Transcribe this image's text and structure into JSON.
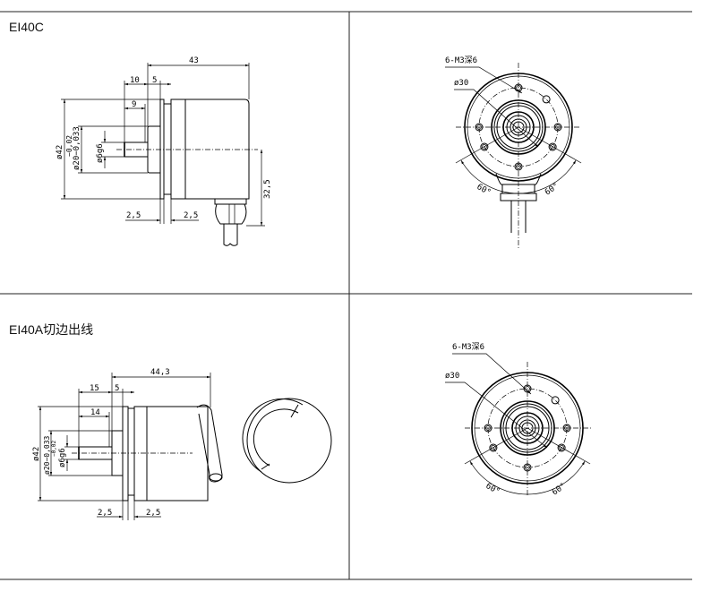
{
  "panels": {
    "top_left": {
      "title": "EI40C",
      "dims": {
        "length_total": "43",
        "shaft_len": "10",
        "flange_len": "5",
        "key_len": "9",
        "dia_body": "ø42",
        "dia_pilot": "ø20−0,033",
        "dia_pilot_tol": "−0,02",
        "dia_shaft": "ø6g6",
        "height_cable": "32,5",
        "gap_left": "2,5",
        "gap_right": "2,5"
      }
    },
    "top_right": {
      "thread_label": "6-M3深6",
      "bolt_circle": "ø30",
      "angle_left": "60°",
      "angle_right": "60°"
    },
    "bottom_left": {
      "title": "EI40A切边出线",
      "dims": {
        "length_total": "44,3",
        "shaft_len": "15",
        "flange_len": "5",
        "key_len": "14",
        "dia_body": "ø42",
        "dia_pilot": "ø20−0,033",
        "dia_pilot_tol": "−0,02",
        "dia_shaft": "ø6g6",
        "gap_left": "2,5",
        "gap_right": "2,5"
      }
    },
    "bottom_right": {
      "thread_label": "6-M3深6",
      "bolt_circle": "ø30",
      "angle_left": "60°",
      "angle_right": "60°"
    }
  }
}
